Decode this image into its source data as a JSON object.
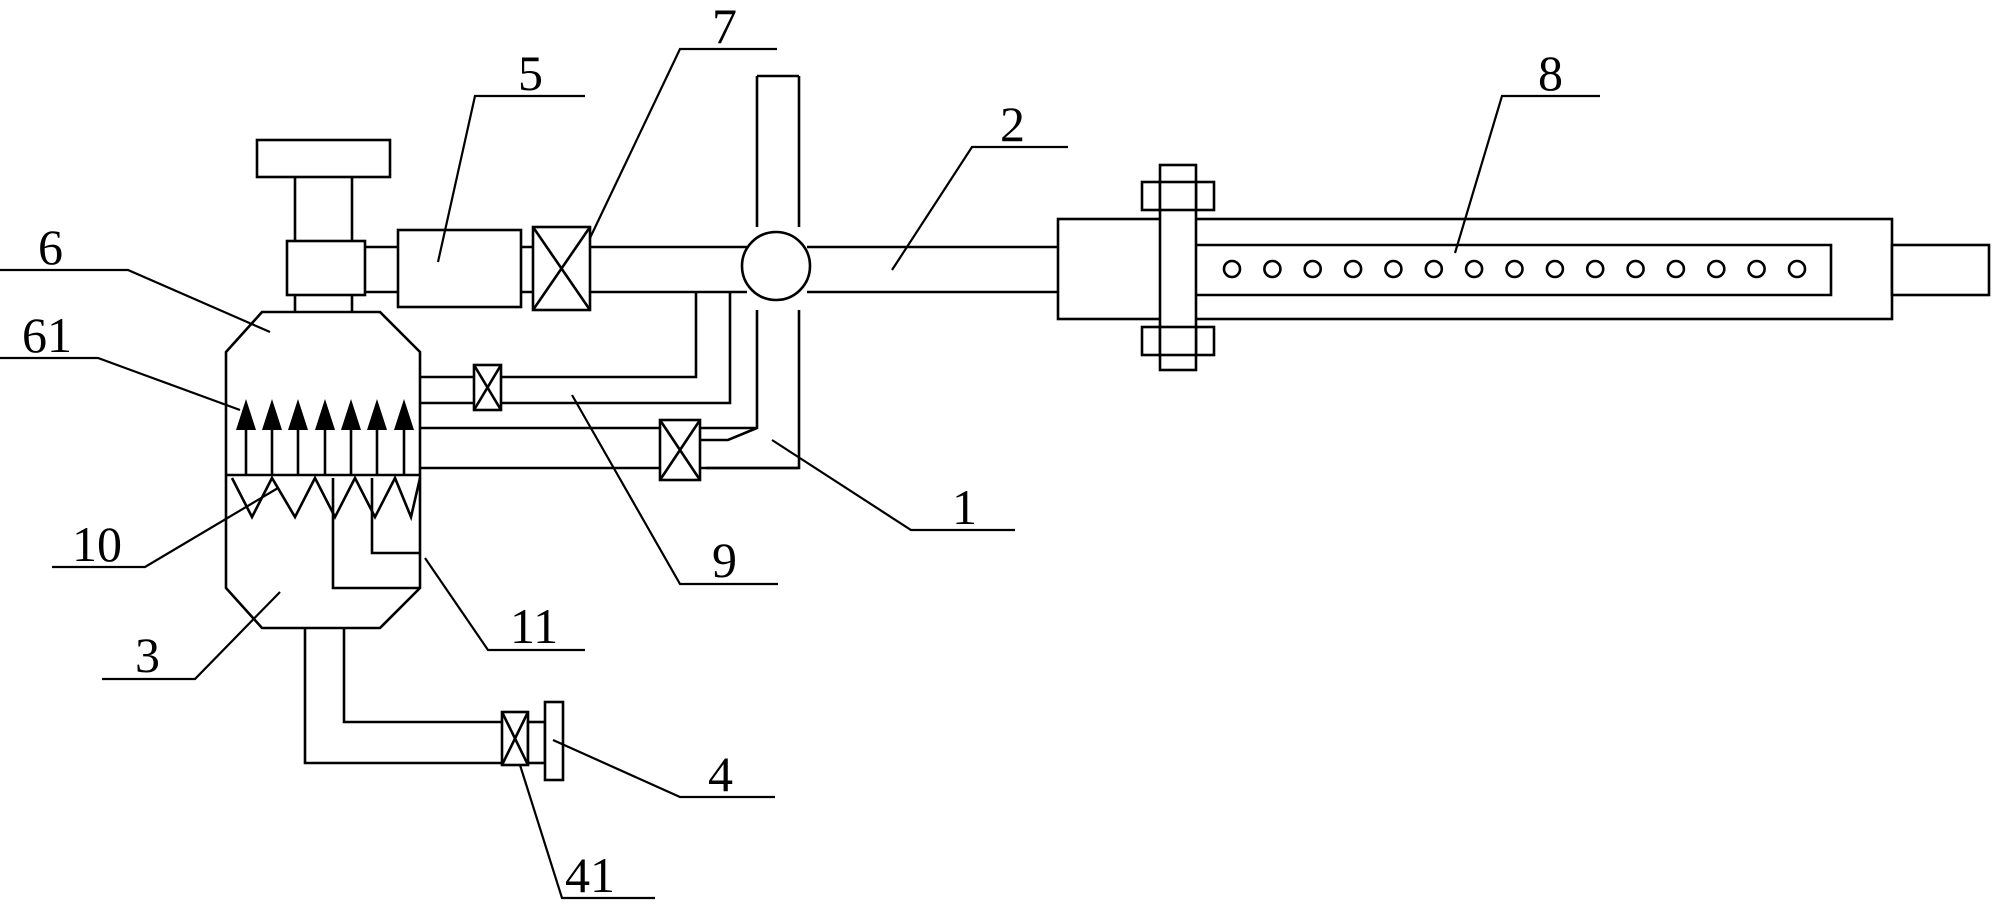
{
  "labels": {
    "l1": "1",
    "l2": "2",
    "l3": "3",
    "l4": "4",
    "l41": "41",
    "l5": "5",
    "l6": "6",
    "l61": "61",
    "l7": "7",
    "l8": "8",
    "l9": "9",
    "l10": "10",
    "l11": "11"
  },
  "colors": {
    "stroke": "#000000",
    "background": "#ffffff"
  },
  "nozzle_hole_count": 15
}
